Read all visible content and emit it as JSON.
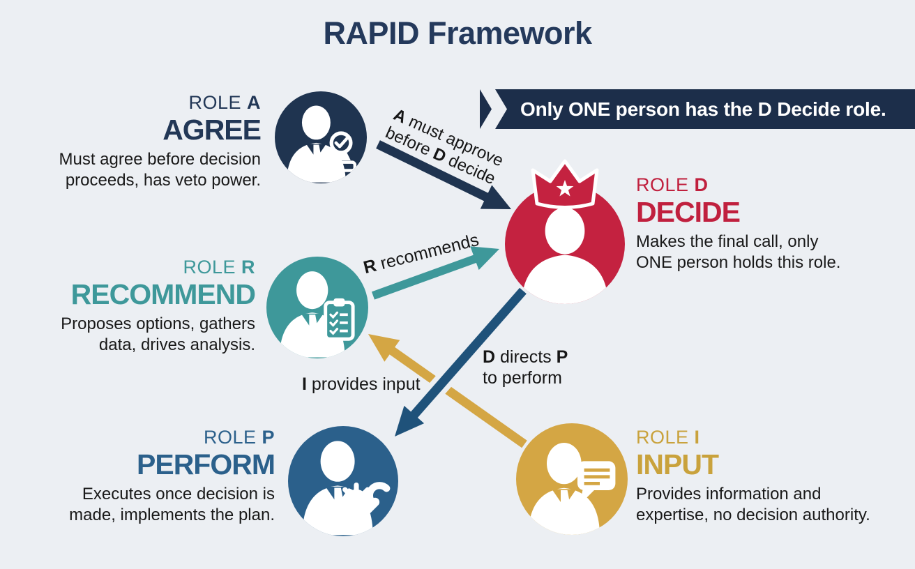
{
  "title": "RAPID Framework",
  "banner": {
    "text": "Only ONE person has the D Decide role."
  },
  "roles": {
    "agree": {
      "role_word": "ROLE ",
      "letter": "A",
      "name": "AGREE",
      "desc_line1": "Must agree before decision",
      "desc_line2": "proceeds, has veto power.",
      "color": "#1F3450",
      "icon": "person-with-approval-stamp"
    },
    "recommend": {
      "role_word": "ROLE ",
      "letter": "R",
      "name": "RECOMMEND",
      "desc_line1": "Proposes options, gathers",
      "desc_line2": "data, drives analysis.",
      "color": "#3E989A",
      "icon": "person-with-checklist-clipboard"
    },
    "perform": {
      "role_word": "ROLE ",
      "letter": "P",
      "name": "PERFORM",
      "desc_line1": "Executes once decision is",
      "desc_line2": "made, implements the plan.",
      "color": "#2B608B",
      "icon": "person-with-gear-and-wrench"
    },
    "decide": {
      "role_word": "ROLE ",
      "letter": "D",
      "name": "DECIDE",
      "desc_line1": "Makes the final call, only",
      "desc_line2": "ONE person holds this role.",
      "color": "#C42240",
      "icon": "person-with-crown"
    },
    "input": {
      "role_word": "ROLE ",
      "letter": "I",
      "name": "INPUT",
      "desc_line1": "Provides information and",
      "desc_line2": "expertise, no decision authority.",
      "color": "#D4A644",
      "icon": "person-with-speech-bubble"
    }
  },
  "arrows": {
    "a_to_d": {
      "color": "#1F3450",
      "label": {
        "l1_bold": "A",
        "l1_rest": " must approve",
        "l2_pre": "before ",
        "l2_bold": "D",
        "l2_rest": " decide"
      }
    },
    "r_to_d": {
      "color": "#3E989A",
      "label": {
        "bold": "R",
        "rest": " recommends"
      }
    },
    "d_to_p": {
      "color": "#1F527A",
      "label": {
        "l1_bold1": "D",
        "l1_mid": " directs ",
        "l1_bold2": "P",
        "l2": "to perform"
      }
    },
    "i_to_r": {
      "color": "#D4A644",
      "label": {
        "bold": "I",
        "rest": " provides input"
      }
    }
  },
  "colors": {
    "background": "#ECEFF3",
    "title_text": "#24395B",
    "banner_bg": "#1C2E4A",
    "banner_text": "#FFFFFF",
    "body_text": "#191919"
  }
}
